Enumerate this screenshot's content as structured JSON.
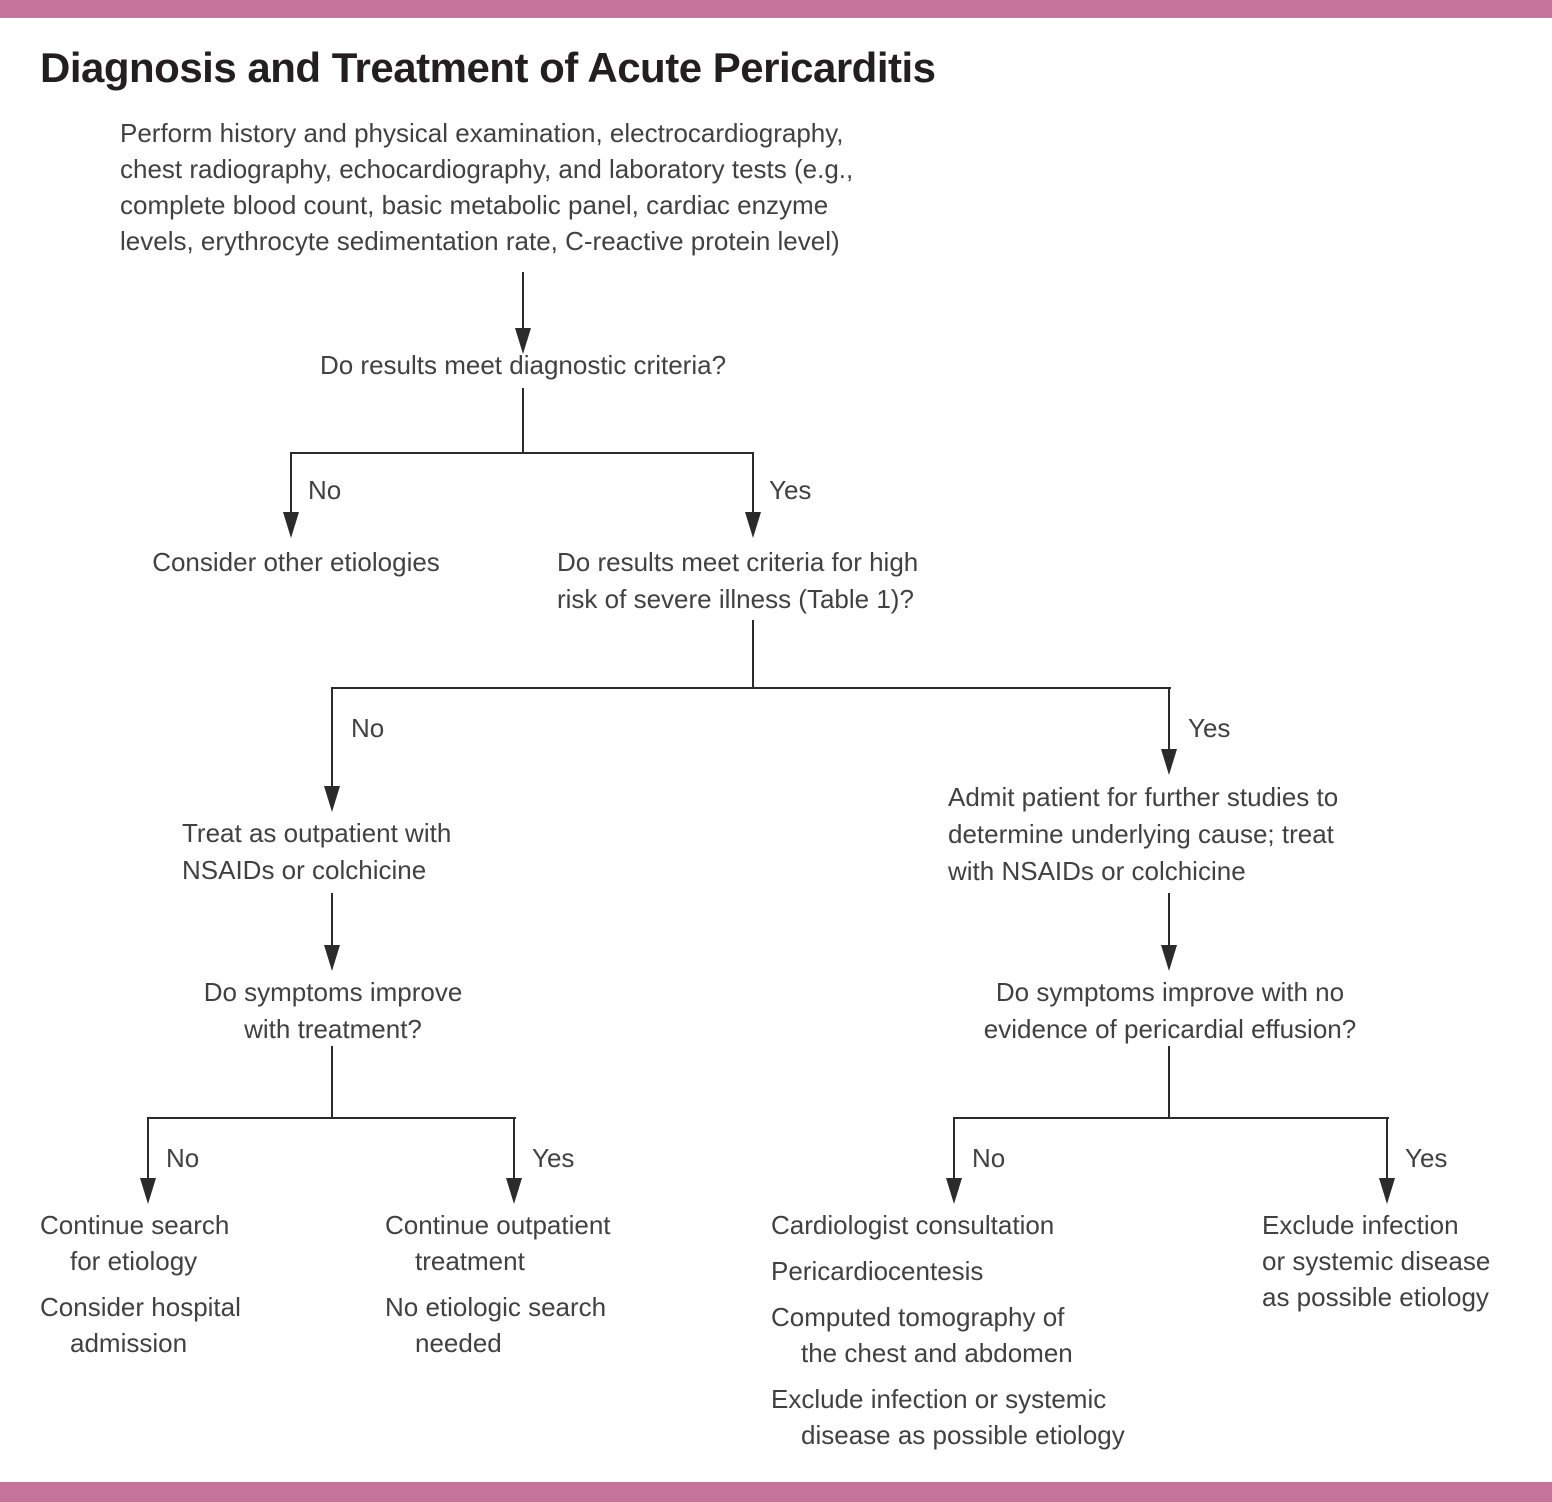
{
  "title": "Diagnosis and Treatment of Acute Pericarditis",
  "colors": {
    "accent_bar": "#c6739b",
    "line": "#2b2b2b",
    "body_text": "#414141",
    "title_text": "#231f20"
  },
  "labels": {
    "no": "No",
    "yes": "Yes"
  },
  "nodes": {
    "intro": {
      "lines": [
        "Perform history and physical examination, electrocardiography,",
        "chest radiography, echocardiography, and laboratory tests (e.g.,",
        "complete blood count, basic metabolic panel, cardiac enzyme",
        "levels, erythrocyte sedimentation rate, C-reactive protein level)"
      ]
    },
    "q_diagnostic_criteria": {
      "text": "Do results meet diagnostic criteria?"
    },
    "consider_other_etiologies": {
      "text": "Consider other etiologies"
    },
    "q_high_risk": {
      "lines": [
        "Do results meet criteria for high",
        "risk of severe illness (Table 1)?"
      ]
    },
    "treat_outpatient": {
      "lines": [
        "Treat as outpatient with",
        "NSAIDs or colchicine"
      ]
    },
    "admit_patient": {
      "lines": [
        "Admit patient for further studies to",
        "determine underlying cause; treat",
        "with NSAIDs or colchicine"
      ]
    },
    "q_symptoms_improve": {
      "lines": [
        "Do symptoms improve",
        "with treatment?"
      ]
    },
    "q_symptoms_improve_no_effusion": {
      "lines": [
        "Do symptoms improve with no",
        "evidence of pericardial effusion?"
      ]
    },
    "continue_search": {
      "items": [
        [
          "Continue search",
          "for etiology"
        ],
        [
          "Consider hospital",
          "admission"
        ]
      ]
    },
    "continue_outpatient": {
      "items": [
        [
          "Continue outpatient",
          "treatment"
        ],
        [
          "No etiologic search",
          "needed"
        ]
      ]
    },
    "no_improvement_actions": {
      "items": [
        [
          "Cardiologist consultation"
        ],
        [
          "Pericardiocentesis"
        ],
        [
          "Computed tomography of",
          "the chest and abdomen"
        ],
        [
          "Exclude infection or systemic",
          "disease as possible etiology"
        ]
      ]
    },
    "exclude_infection": {
      "lines": [
        "Exclude infection",
        "or systemic disease",
        "as possible etiology"
      ]
    }
  }
}
